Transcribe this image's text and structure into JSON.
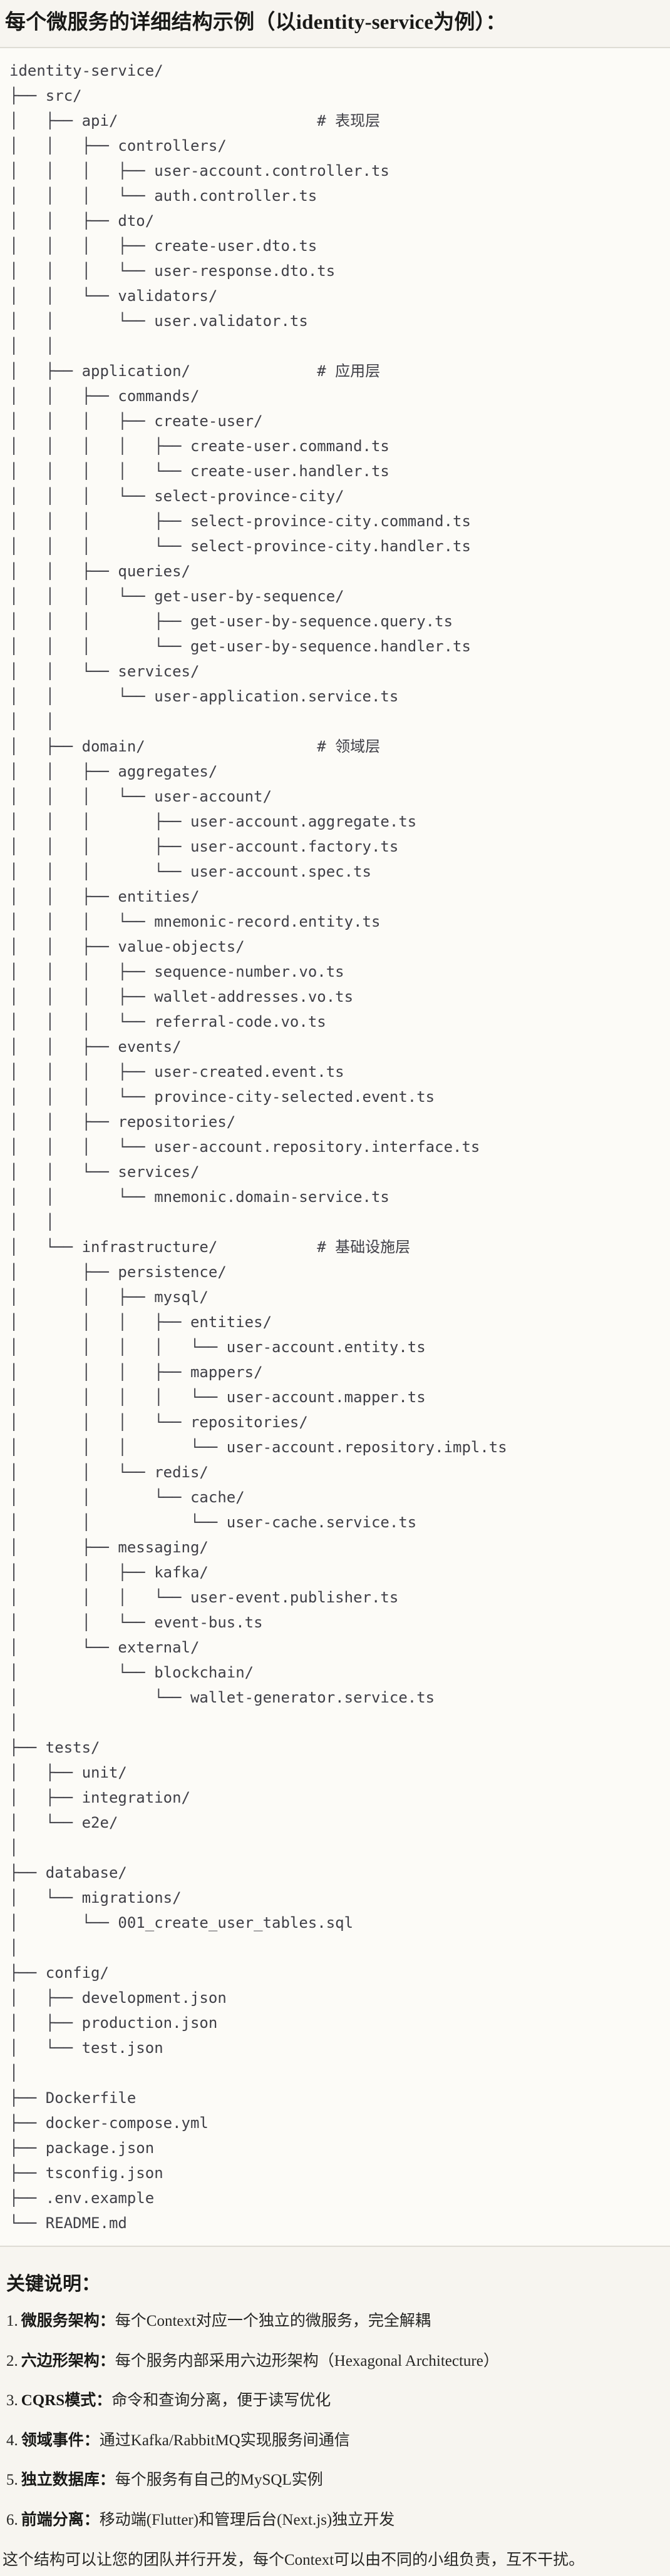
{
  "page": {
    "title": "每个微服务的详细结构示例（以identity-service为例）："
  },
  "code_block": {
    "language": "plain-text-directory-tree",
    "tree_lines": [
      "identity-service/",
      "├── src/",
      "│   ├── api/                      # 表现层",
      "│   │   ├── controllers/",
      "│   │   │   ├── user-account.controller.ts",
      "│   │   │   └── auth.controller.ts",
      "│   │   ├── dto/",
      "│   │   │   ├── create-user.dto.ts",
      "│   │   │   └── user-response.dto.ts",
      "│   │   └── validators/",
      "│   │       └── user.validator.ts",
      "│   │",
      "│   ├── application/              # 应用层",
      "│   │   ├── commands/",
      "│   │   │   ├── create-user/",
      "│   │   │   │   ├── create-user.command.ts",
      "│   │   │   │   └── create-user.handler.ts",
      "│   │   │   └── select-province-city/",
      "│   │   │       ├── select-province-city.command.ts",
      "│   │   │       └── select-province-city.handler.ts",
      "│   │   ├── queries/",
      "│   │   │   └── get-user-by-sequence/",
      "│   │   │       ├── get-user-by-sequence.query.ts",
      "│   │   │       └── get-user-by-sequence.handler.ts",
      "│   │   └── services/",
      "│   │       └── user-application.service.ts",
      "│   │",
      "│   ├── domain/                   # 领域层",
      "│   │   ├── aggregates/",
      "│   │   │   └── user-account/",
      "│   │   │       ├── user-account.aggregate.ts",
      "│   │   │       ├── user-account.factory.ts",
      "│   │   │       └── user-account.spec.ts",
      "│   │   ├── entities/",
      "│   │   │   └── mnemonic-record.entity.ts",
      "│   │   ├── value-objects/",
      "│   │   │   ├── sequence-number.vo.ts",
      "│   │   │   ├── wallet-addresses.vo.ts",
      "│   │   │   └── referral-code.vo.ts",
      "│   │   ├── events/",
      "│   │   │   ├── user-created.event.ts",
      "│   │   │   └── province-city-selected.event.ts",
      "│   │   ├── repositories/",
      "│   │   │   └── user-account.repository.interface.ts",
      "│   │   └── services/",
      "│   │       └── mnemonic.domain-service.ts",
      "│   │",
      "│   └── infrastructure/           # 基础设施层",
      "│       ├── persistence/",
      "│       │   ├── mysql/",
      "│       │   │   ├── entities/",
      "│       │   │   │   └── user-account.entity.ts",
      "│       │   │   ├── mappers/",
      "│       │   │   │   └── user-account.mapper.ts",
      "│       │   │   └── repositories/",
      "│       │   │       └── user-account.repository.impl.ts",
      "│       │   └── redis/",
      "│       │       └── cache/",
      "│       │           └── user-cache.service.ts",
      "│       ├── messaging/",
      "│       │   ├── kafka/",
      "│       │   │   └── user-event.publisher.ts",
      "│       │   └── event-bus.ts",
      "│       └── external/",
      "│           └── blockchain/",
      "│               └── wallet-generator.service.ts",
      "│",
      "├── tests/",
      "│   ├── unit/",
      "│   ├── integration/",
      "│   └── e2e/",
      "│",
      "├── database/",
      "│   └── migrations/",
      "│       └── 001_create_user_tables.sql",
      "│",
      "├── config/",
      "│   ├── development.json",
      "│   ├── production.json",
      "│   └── test.json",
      "│",
      "├── Dockerfile",
      "├── docker-compose.yml",
      "├── package.json",
      "├── tsconfig.json",
      "├── .env.example",
      "└── README.md"
    ]
  },
  "notes": {
    "heading": "关键说明：",
    "items": [
      {
        "num": "1.",
        "label": "微服务架构：",
        "text": "每个Context对应一个独立的微服务，完全解耦"
      },
      {
        "num": "2.",
        "label": "六边形架构：",
        "text": "每个服务内部采用六边形架构（Hexagonal Architecture）"
      },
      {
        "num": "3.",
        "label": "CQRS模式：",
        "text": "命令和查询分离，便于读写优化"
      },
      {
        "num": "4.",
        "label": "领域事件：",
        "text": "通过Kafka/RabbitMQ实现服务间通信"
      },
      {
        "num": "5.",
        "label": "独立数据库：",
        "text": "每个服务有自己的MySQL实例"
      },
      {
        "num": "6.",
        "label": "前端分离：",
        "text": "移动端(Flutter)和管理后台(Next.js)独立开发"
      }
    ],
    "footer": "这个结构可以让您的团队并行开发，每个Context可以由不同的小组负责，互不干扰。"
  },
  "colors": {
    "page_background": "#f7f5f0",
    "code_background": "#fcfbf7",
    "code_border": "#dedcd5",
    "tree_text": "#3f3f46",
    "heading_text": "#191917",
    "body_text": "#262624"
  }
}
